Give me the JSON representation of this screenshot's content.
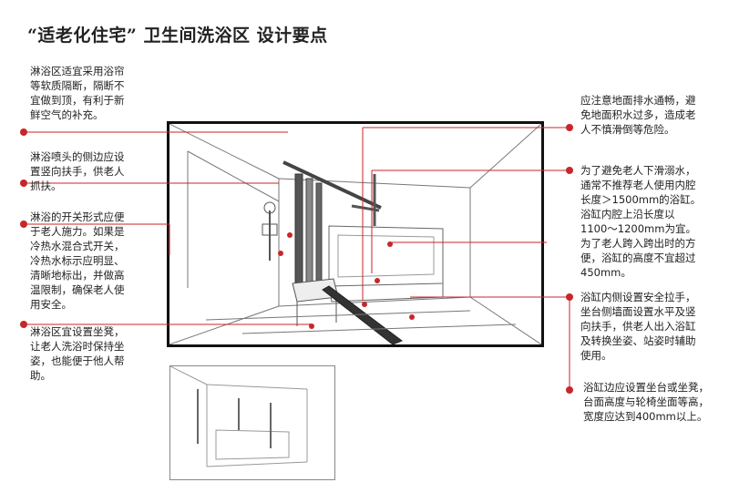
{
  "title": "“适老化住宅” 卫生间洗浴区 设计要点",
  "colors": {
    "accent": "#c8262a",
    "frame": "#111111"
  },
  "notes_left": [
    {
      "id": "1",
      "lines": [
        "淋浴区适宜采用浴帘",
        "等软质隔断，隔断不",
        "宜做到顶，有利于新",
        "鲜空气的补充。"
      ]
    },
    {
      "id": "2",
      "lines": [
        "淋浴喷头的侧边应设",
        "置竖向扶手，供老人",
        "抓扶。"
      ]
    },
    {
      "id": "3",
      "lines": [
        "淋浴的开关形式应便",
        "于老人施力。如果是",
        "冷热水混合式开关，",
        "冷热水标示应明显、",
        "清晰地标出，并做高",
        "温限制，确保老人使",
        "用安全。"
      ]
    },
    {
      "id": "4",
      "lines": [
        "淋浴区宜设置坐凳，",
        "让老人洗浴时保持坐",
        "姿，也能便于他人帮",
        "助。"
      ]
    }
  ],
  "notes_right": [
    {
      "id": "5",
      "lines": [
        "应注意地面排水通畅，避",
        "免地面积水过多，造成老",
        "人不慎滑倒等危险。"
      ]
    },
    {
      "id": "6",
      "lines": [
        "为了避免老人下滑溺水，",
        "通常不推荐老人使用内腔",
        "长度＞1500mm的浴缸。",
        "浴缸内腔上沿长度以",
        "1100～1200mm为宜。",
        "为了老人跨入跨出时的方",
        "便，浴缸的高度不宜超过",
        "450mm。"
      ]
    },
    {
      "id": "7",
      "lines": [
        "浴缸内侧设置安全拉手，",
        "坐台侧墙面设置水平及竖",
        "向扶手，供老人出入浴缸",
        "及转换坐姿、站姿时辅助",
        "使用。"
      ]
    },
    {
      "id": "8",
      "lines": [
        "浴缸边应设置坐台或坐凳，",
        "台面高度与轮椅坐面等高，",
        "宽度应达到400mm以上。"
      ]
    }
  ]
}
